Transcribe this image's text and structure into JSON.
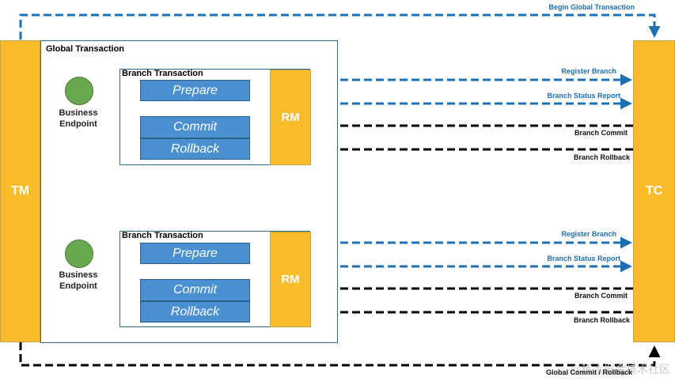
{
  "participants": {
    "tm_label": "TM",
    "tc_label": "TC"
  },
  "global": {
    "frame_title": "Global Transaction",
    "begin_label": "Begin Global Transaction",
    "end_label": "Global Commit / Rollback"
  },
  "branches": [
    {
      "frame_title": "Branch Transaction",
      "endpoint_label": "Business\nEndpoint",
      "prepare_label": "Prepare",
      "commit_label": "Commit",
      "rollback_label": "Rollback",
      "rm_label": "RM",
      "register_label": "Register Branch",
      "status_label": "Branch Status Report",
      "commit_msg_label": "Branch Commit",
      "rollback_msg_label": "Branch Rollback"
    },
    {
      "frame_title": "Branch Transaction",
      "endpoint_label": "Business\nEndpoint",
      "prepare_label": "Prepare",
      "commit_label": "Commit",
      "rollback_label": "Rollback",
      "rm_label": "RM",
      "register_label": "Register Branch",
      "status_label": "Branch Status Report",
      "commit_msg_label": "Branch Commit",
      "rollback_msg_label": "Branch Rollback"
    }
  ],
  "watermark": "@稀土掘金技术社区",
  "colors": {
    "component_fill": "#fbbc2c",
    "phase_fill": "#4a8fcf",
    "endpoint_fill": "#6aa84f",
    "frame_border": "#2e6e9e",
    "request_arrow": "#1f6fb2",
    "response_arrow": "#000000",
    "invoke_arrow": "#e8132b"
  }
}
